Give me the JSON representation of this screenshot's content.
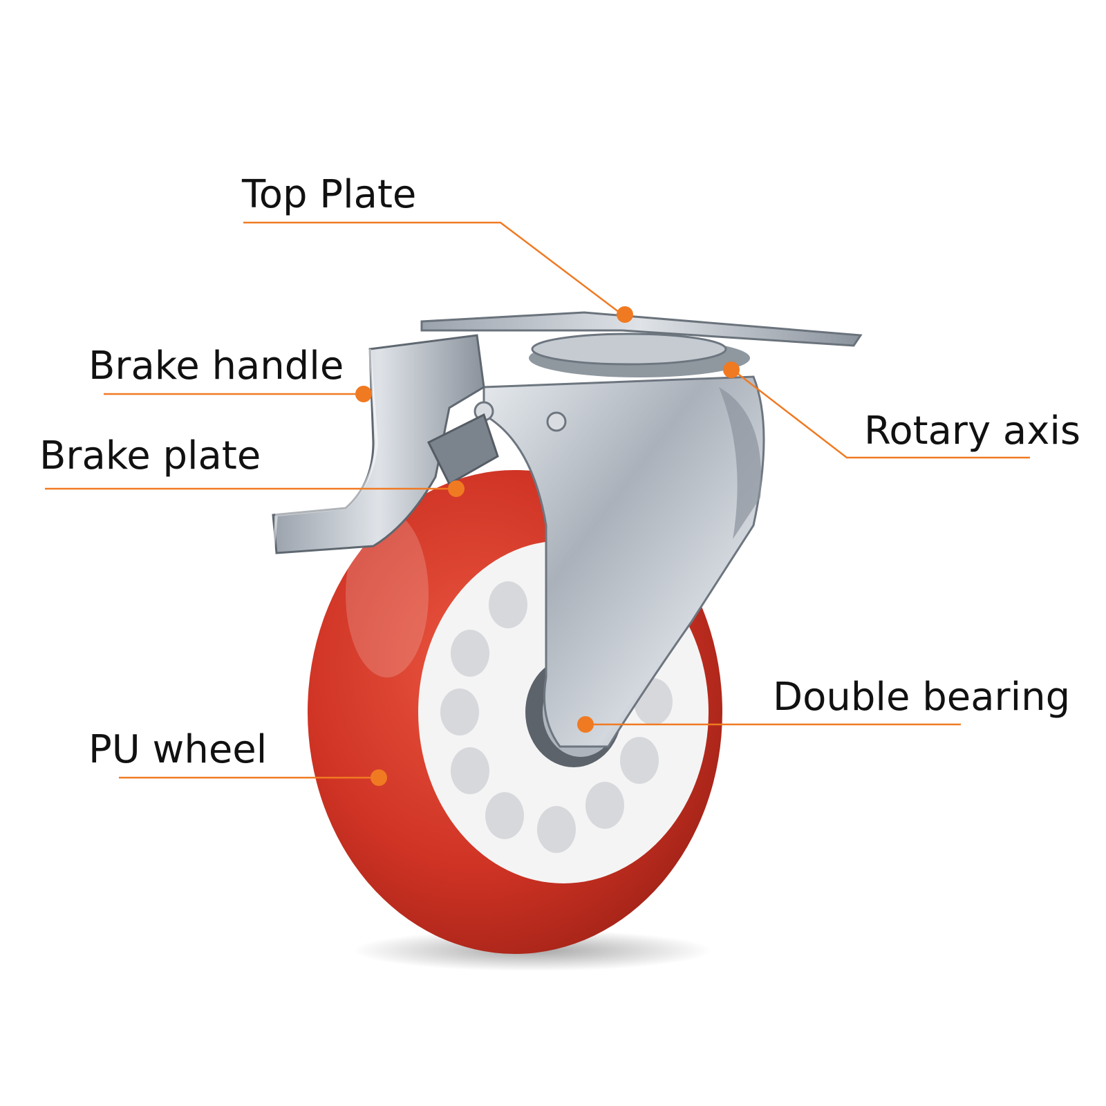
{
  "diagram": {
    "subject": "caster-wheel",
    "accent_color": "#f07a22",
    "wheel_color": "#d4392a",
    "hub_color": "#f4f4f4",
    "metal_color": "#b8bec6"
  },
  "labels": {
    "top_plate": "Top Plate",
    "brake_handle": "Brake handle",
    "brake_plate": "Brake plate",
    "rotary_axis": "Rotary axis",
    "double_bearing": "Double bearing",
    "pu_wheel": "PU wheel"
  }
}
